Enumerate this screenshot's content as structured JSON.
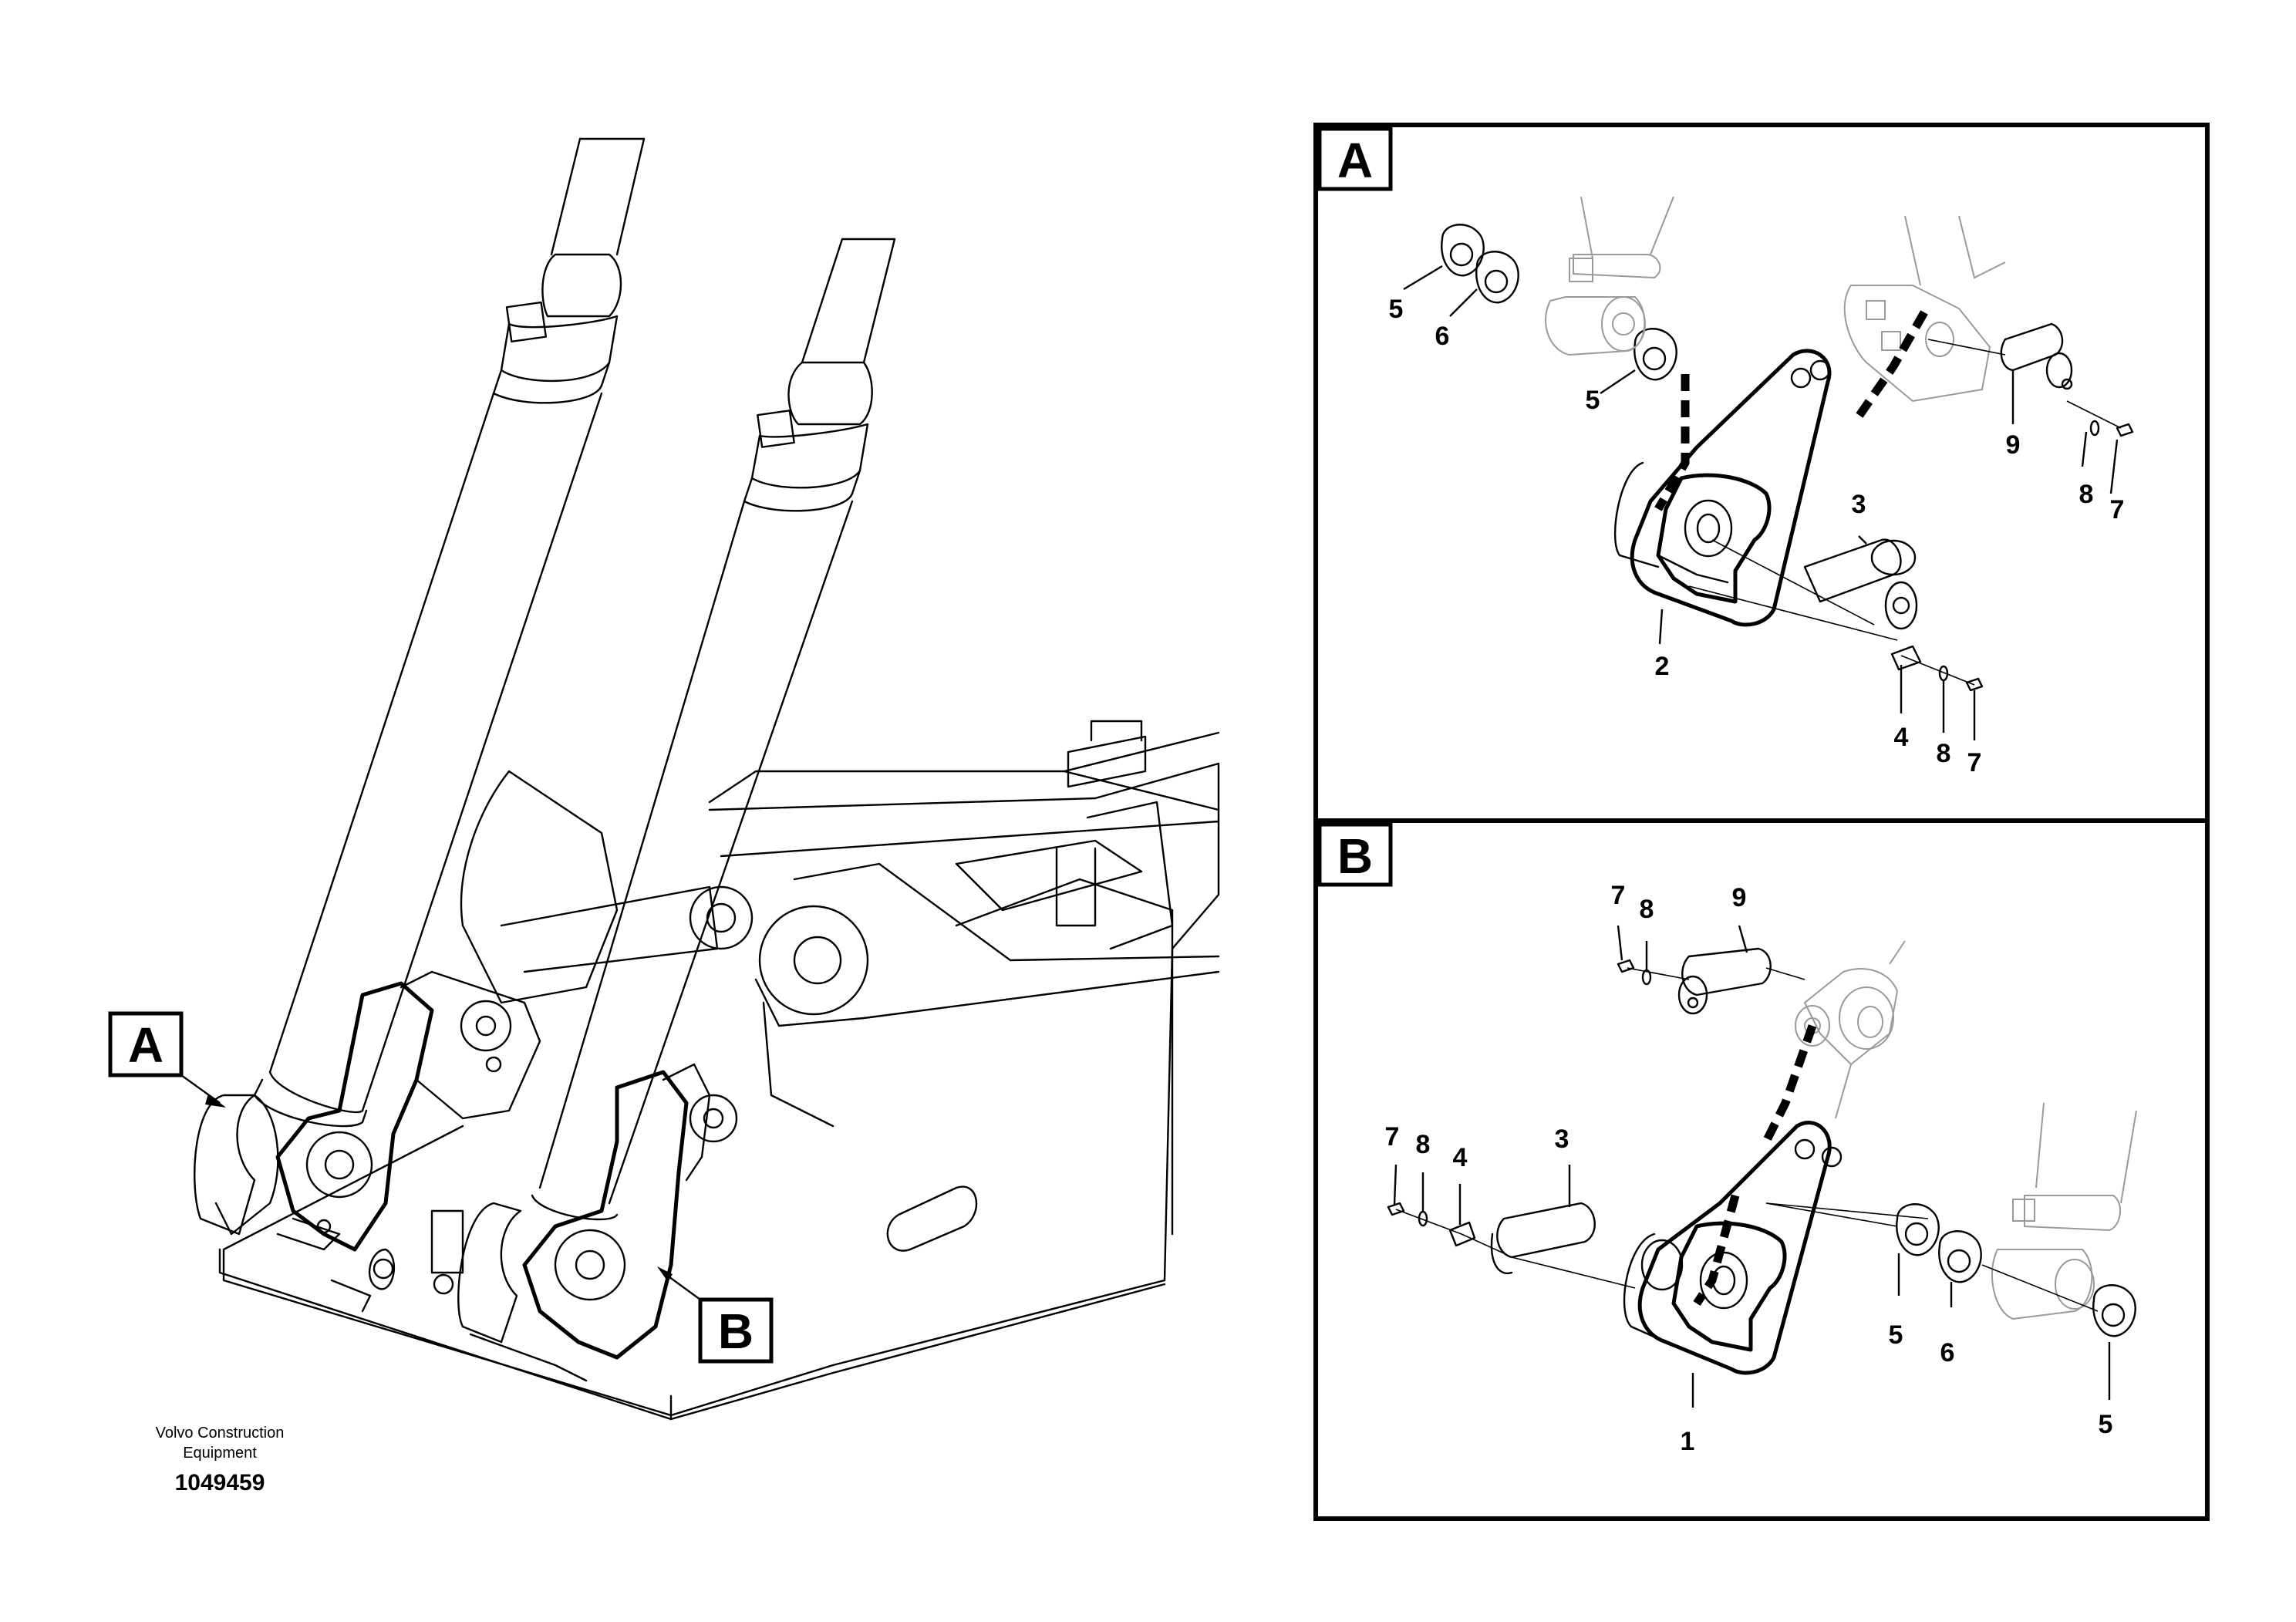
{
  "overview": {
    "callout_a": "A",
    "callout_b": "B",
    "brand_line1": "Volvo Construction",
    "brand_line2": "Equipment",
    "drawing_number": "1049459"
  },
  "detail_a": {
    "label": "A",
    "parts": {
      "p5a": "5",
      "p6": "6",
      "p5b": "5",
      "p9": "9",
      "p8a": "8",
      "p7a": "7",
      "p3": "3",
      "p2": "2",
      "p4": "4",
      "p8b": "8",
      "p7b": "7"
    }
  },
  "detail_b": {
    "label": "B",
    "parts": {
      "p7a": "7",
      "p8a": "8",
      "p9": "9",
      "p7b": "7",
      "p8b": "8",
      "p4": "4",
      "p3": "3",
      "p5a": "5",
      "p6": "6",
      "p5b": "5",
      "p1": "1"
    }
  }
}
